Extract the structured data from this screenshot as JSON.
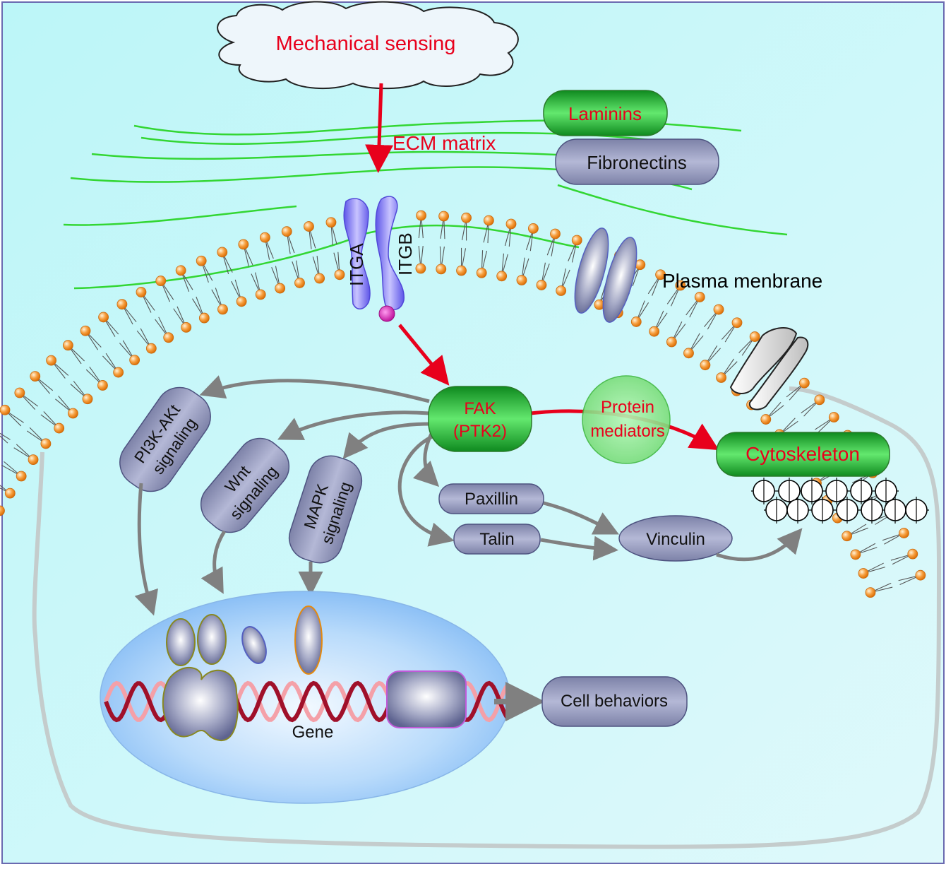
{
  "labels": {
    "mechanical_sensing": "Mechanical sensing",
    "ecm_matrix": "ECM matrix",
    "laminins": "Laminins",
    "fibronectins": "Fibronectins",
    "itga": "ITGA",
    "itgb": "ITGB",
    "plasma_membrane": "Plasma menbrane",
    "fak_line1": "FAK",
    "fak_line2": "(PTK2)",
    "protein_mediators_line1": "Protein",
    "protein_mediators_line2": "mediators",
    "cytoskeleton": "Cytoskeleton",
    "pi3k_line1": "PI3K-AKt",
    "pi3k_line2": "signaling",
    "wnt_line1": "Wnt",
    "wnt_line2": "signaling",
    "mapk_line1": "MAPK",
    "mapk_line2": "signaling",
    "paxillin": "Paxillin",
    "talin": "Talin",
    "vinculin": "Vinculin",
    "gene": "Gene",
    "cell_behaviors": "Cell behaviors"
  },
  "colors": {
    "background": "#bff8f9",
    "red_text": "#e8001c",
    "red_arrow": "#e8001c",
    "green_pill": "#2eaa3c",
    "grey_pill": "#8f94b6",
    "grey_arrow": "#7f7f7f",
    "fiber_green": "#33d633",
    "lipid_head": "#f28a1e",
    "integrin": "#7a72f0",
    "nucleus": "#7fb8f4",
    "cell_outline": "#c4cccc"
  }
}
